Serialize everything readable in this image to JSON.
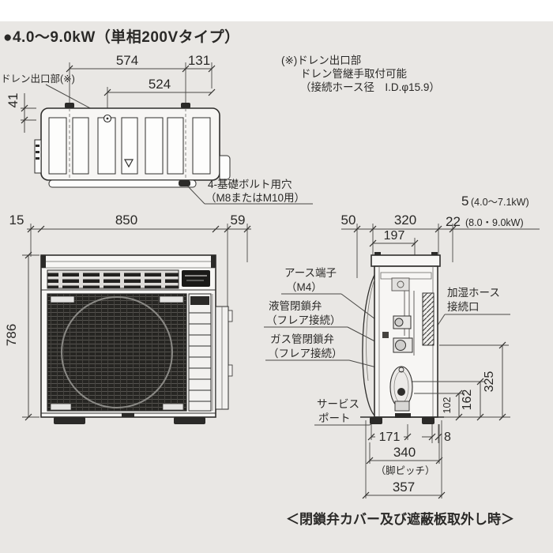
{
  "title": "●4.0～9.0kW（単相200Vタイプ）",
  "note": {
    "line1": "(※)ドレン出口部",
    "line2": "ドレン管継手取付可能",
    "line3": "（接続ホース径　I.D.φ15.9）"
  },
  "top_view": {
    "dim_574": "574",
    "dim_131": "131",
    "dim_524": "524",
    "dim_41": "41",
    "drain_label": "ドレン出口部(※)",
    "bolt_label_1": "4-基礎ボルト用穴",
    "bolt_label_2": "（M8またはM10用）"
  },
  "front_view": {
    "dim_15": "15",
    "dim_850": "850",
    "dim_59": "59",
    "dim_786": "786"
  },
  "side_view": {
    "dim_50": "50",
    "dim_320": "320",
    "dim_197": "197",
    "dim_5": "5",
    "dim_5_note": "(4.0～7.1kW)",
    "dim_22": "22",
    "dim_22_note": "(8.0・9.0kW)",
    "dim_325": "325",
    "dim_162": "162",
    "dim_102": "102",
    "dim_171": "171",
    "dim_8": "8",
    "dim_340": "340",
    "dim_340_note": "（脚ピッチ）",
    "dim_357": "357",
    "label_earth_1": "アース端子",
    "label_earth_2": "（M4）",
    "label_liquid_1": "液管閉鎖弁",
    "label_liquid_2": "（フレア接続）",
    "label_gas_1": "ガス管閉鎖弁",
    "label_gas_2": "（フレア接続）",
    "label_service_1": "サービス",
    "label_service_2": "ポート",
    "label_humid_1": "加湿ホース",
    "label_humid_2": "接続口"
  },
  "caption": "＜閉鎖弁カバー及び遮蔽板取外し時＞",
  "colors": {
    "background": "#e9e7e4",
    "line": "#3a3a3a",
    "dark_fill": "#2b2a28",
    "paper": "#ffffff"
  }
}
